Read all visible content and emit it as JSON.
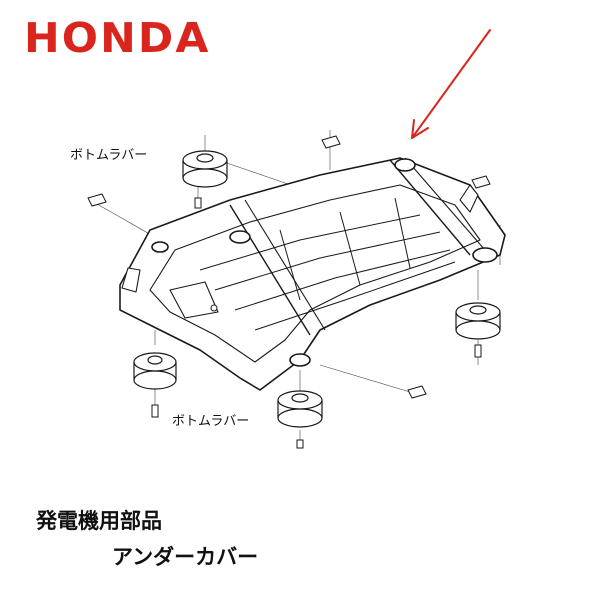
{
  "brand": {
    "logo_text": "HONDA",
    "logo_color": "#d9251d"
  },
  "diagram": {
    "labels": {
      "rubber_top": "ボトムラバー",
      "rubber_bottom": "ボトムラバー"
    },
    "arrow_color": "#d9251d",
    "line_color": "#222222"
  },
  "caption": {
    "category": "発電機用部品",
    "part_name": "アンダーカバー"
  }
}
